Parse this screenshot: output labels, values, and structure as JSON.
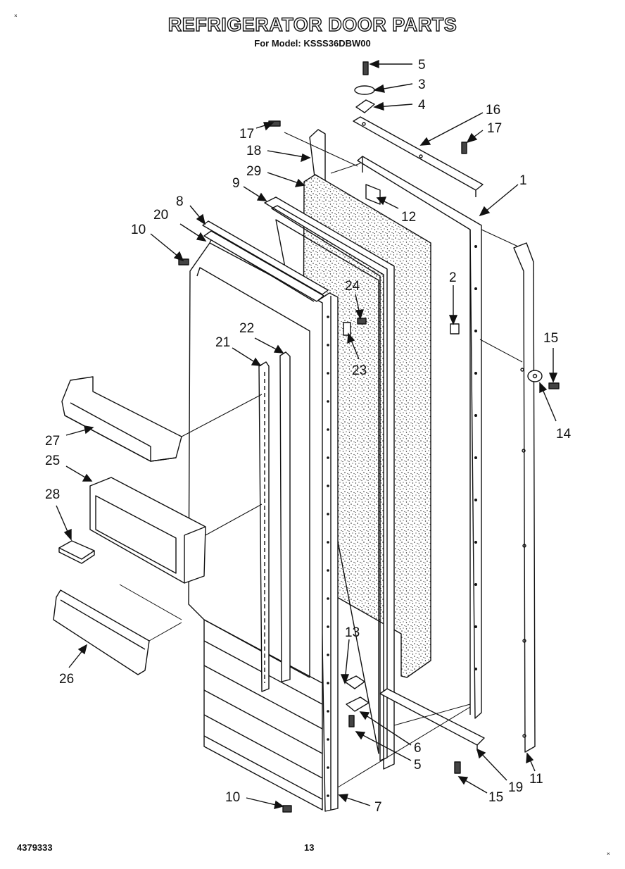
{
  "title": "REFRIGERATOR DOOR PARTS",
  "subtitle": "For Model: KSSS36DBW00",
  "footer": {
    "doc_number": "4379333",
    "page_number": "13"
  },
  "callouts": [
    {
      "id": "c5a",
      "label": "5"
    },
    {
      "id": "c3",
      "label": "3"
    },
    {
      "id": "c4",
      "label": "4"
    },
    {
      "id": "c16",
      "label": "16"
    },
    {
      "id": "c17a",
      "label": "17"
    },
    {
      "id": "c17b",
      "label": "17"
    },
    {
      "id": "c18",
      "label": "18"
    },
    {
      "id": "c29",
      "label": "29"
    },
    {
      "id": "c1",
      "label": "1"
    },
    {
      "id": "c9",
      "label": "9"
    },
    {
      "id": "c8",
      "label": "8"
    },
    {
      "id": "c20",
      "label": "20"
    },
    {
      "id": "c12",
      "label": "12"
    },
    {
      "id": "c10a",
      "label": "10"
    },
    {
      "id": "c24",
      "label": "24"
    },
    {
      "id": "c2",
      "label": "2"
    },
    {
      "id": "c22",
      "label": "22"
    },
    {
      "id": "c21",
      "label": "21"
    },
    {
      "id": "c23",
      "label": "23"
    },
    {
      "id": "c15a",
      "label": "15"
    },
    {
      "id": "c14",
      "label": "14"
    },
    {
      "id": "c27",
      "label": "27"
    },
    {
      "id": "c25",
      "label": "25"
    },
    {
      "id": "c28",
      "label": "28"
    },
    {
      "id": "c26",
      "label": "26"
    },
    {
      "id": "c13",
      "label": "13"
    },
    {
      "id": "c6",
      "label": "6"
    },
    {
      "id": "c5b",
      "label": "5"
    },
    {
      "id": "c19",
      "label": "19"
    },
    {
      "id": "c11",
      "label": "11"
    },
    {
      "id": "c15b",
      "label": "15"
    },
    {
      "id": "c10b",
      "label": "10"
    },
    {
      "id": "c7",
      "label": "7"
    }
  ]
}
